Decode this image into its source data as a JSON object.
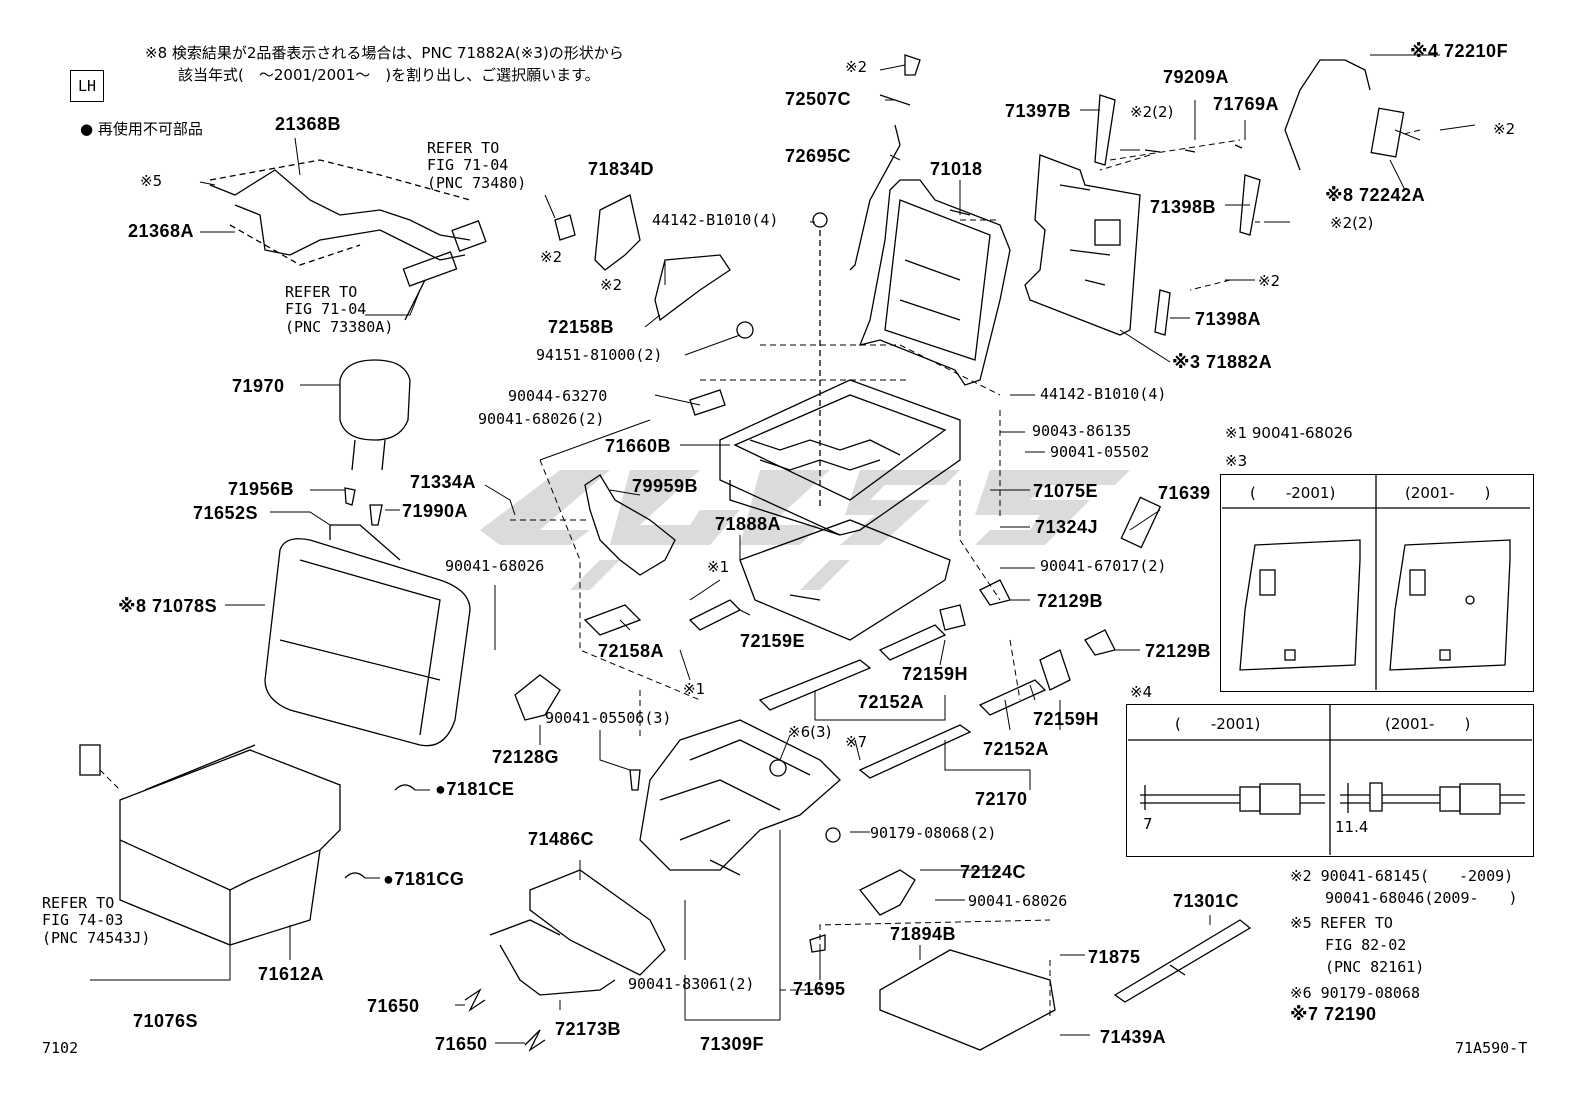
{
  "header": {
    "note8_line1": "※8 検索結果が2品番表示される場合は、PNC 71882A(※3)の形状から",
    "note8_line2": "該当年式(　～2001/2001～　)を割り出し、ご選択願います。",
    "lh": "LH",
    "nonreusable": "● 再使用不可部品"
  },
  "refs": {
    "ref1": [
      "REFER TO",
      "FIG 71-04",
      "(PNC 73480)"
    ],
    "ref2": [
      "REFER TO",
      "FIG 71-04",
      "(PNC 73380A)"
    ],
    "ref3": [
      "REFER TO",
      "FIG 74-03",
      "(PNC 74543J)"
    ]
  },
  "labels": {
    "p21368B": "21368B",
    "p21368A": "21368A",
    "p5": "※5",
    "p71834D": "71834D",
    "p2a": "※2",
    "p2b": "※2",
    "p72158B": "72158B",
    "p44142a": "44142-B1010(4)",
    "p94151": "94151-81000(2)",
    "p2c": "※2",
    "p72507C": "72507C",
    "p72695C": "72695C",
    "p71018": "71018",
    "p71397B": "71397B",
    "p79209A": "79209A",
    "p71769A": "71769A",
    "p2d": "※2(2)",
    "p71398B": "71398B",
    "p2e": "※2(2)",
    "p2f": "※2",
    "p71398A": "71398A",
    "p71882A": "※3 71882A",
    "p72210F": "※4 72210F",
    "p72242A": "※8 72242A",
    "p2g": "※2",
    "p71970": "71970",
    "p90044": "90044-63270",
    "p90041a": "90041-68026(2)",
    "p71660B": "71660B",
    "p44142b": "44142-B1010(4)",
    "p90043": "90043-86135",
    "p90041b": "90041-05502",
    "p71334A": "71334A",
    "p79959B": "79959B",
    "p71075E": "71075E",
    "p71956B": "71956B",
    "p71990A": "71990A",
    "p71652S": "71652S",
    "p71888A": "71888A",
    "p71324J": "71324J",
    "p90041c": "90041-67017(2)",
    "p71639": "71639",
    "p90041d": "90041-68026",
    "p1a": "※1",
    "p71078S": "※8 71078S",
    "p72129Ba": "72129B",
    "p72158A": "72158A",
    "p72159E": "72159E",
    "p72129Bb": "72129B",
    "p72159Ha": "72159H",
    "p1b": "※1",
    "p72128G": "72128G",
    "p90041e": "90041-05506(3)",
    "p72152Aa": "72152A",
    "p6": "※6(3)",
    "p7": "※7",
    "p72159Hb": "72159H",
    "p72152Ab": "72152A",
    "p7181CE": "●7181CE",
    "p72170": "72170",
    "p90179": "90179-08068(2)",
    "p71486C": "71486C",
    "p72124C": "72124C",
    "p7181CG": "●7181CG",
    "p90041f": "90041-68026",
    "p71301C": "71301C",
    "p71894B": "71894B",
    "p71612A": "71612A",
    "p71875": "71875",
    "p90041g": "90041-83061(2)",
    "p71695": "71695",
    "p71650a": "71650",
    "p71076S": "71076S",
    "p72173B": "72173B",
    "p71650b": "71650",
    "p71309F": "71309F",
    "p71439A": "71439A"
  },
  "legend": {
    "n1": "※1 90041-68026",
    "n3": "※3",
    "col_a": "(　　-2001)",
    "col_b": "(2001-　　)",
    "n4": "※4",
    "col_c": "(　　-2001)",
    "col_d": "(2001-　　)",
    "dim_a": "7",
    "dim_b": "11.4",
    "n2_a": "※2  90041-68145(　　-2009)",
    "n2_b": "90041-68046(2009-　　)",
    "n5_a": "※5  REFER TO",
    "n5_b": "FIG 82-02",
    "n5_c": "(PNC 82161)",
    "n6": "※6  90179-08068",
    "n7": "※7  72190"
  },
  "footer": {
    "page": "7102",
    "code": "71A590-T"
  }
}
